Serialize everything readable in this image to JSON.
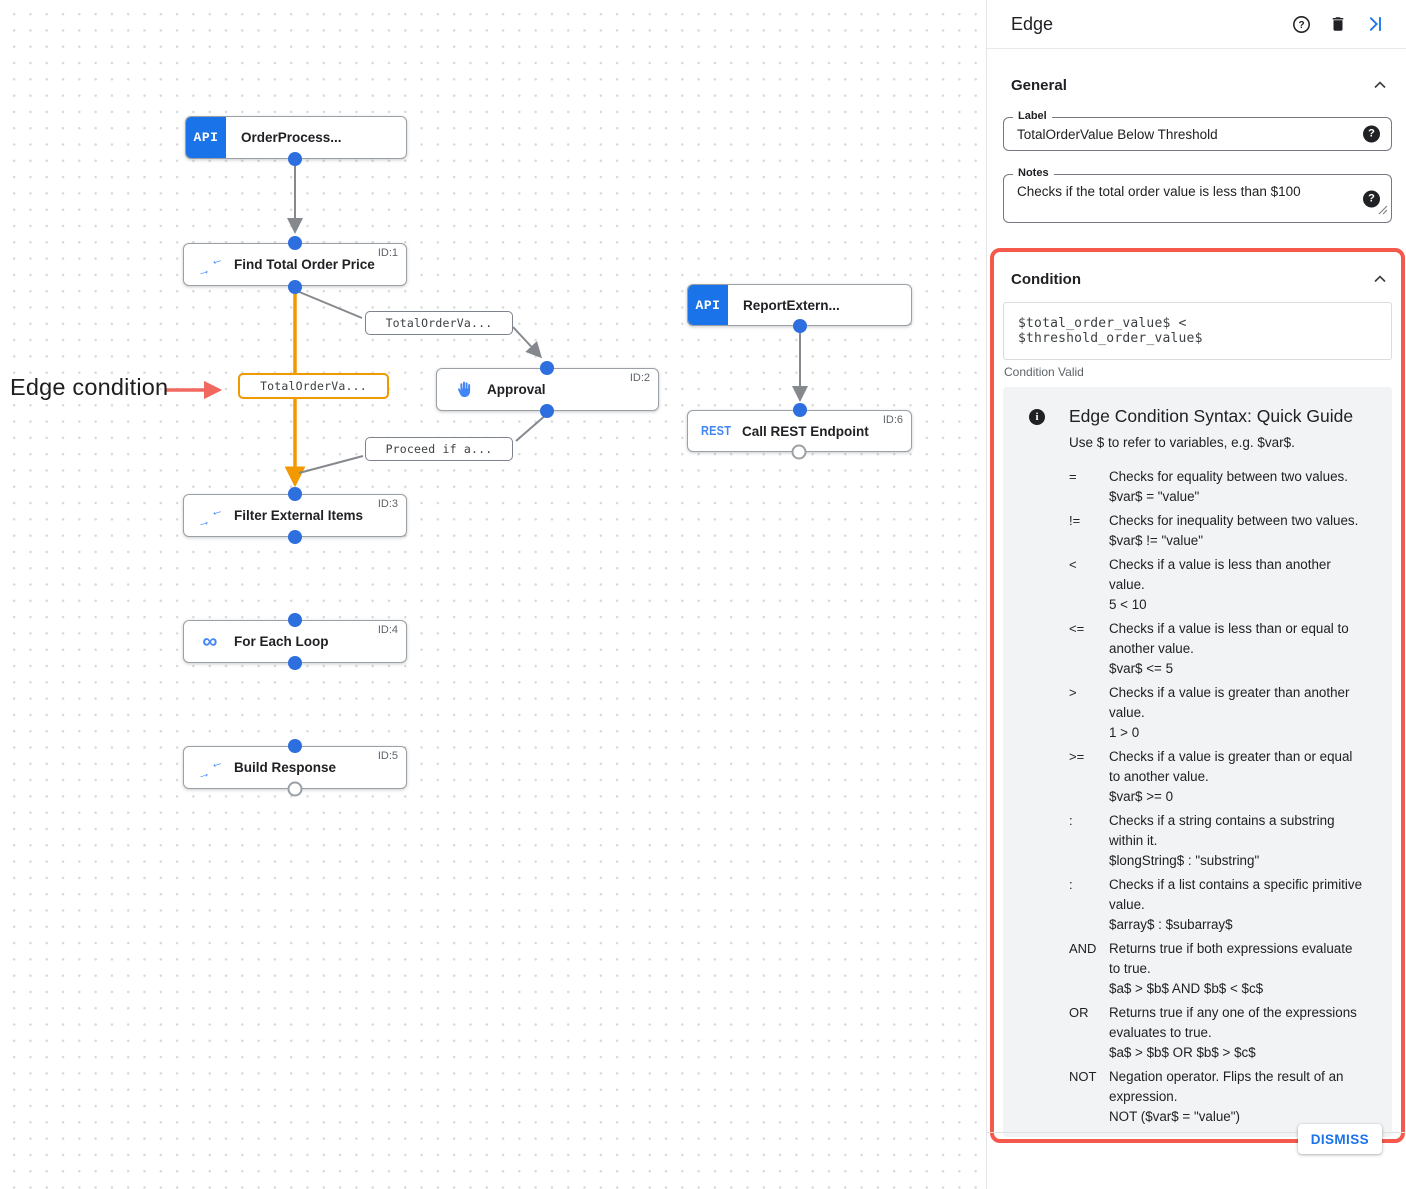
{
  "canvas": {
    "annotation": "Edge condition",
    "nodes": [
      {
        "label": "OrderProcess...",
        "badge": "API",
        "id": ""
      },
      {
        "label": "Find Total Order Price",
        "id": "ID:1"
      },
      {
        "label": "Approval",
        "id": "ID:2"
      },
      {
        "label": "ReportExtern...",
        "badge": "API",
        "id": ""
      },
      {
        "label": "Call REST Endpoint",
        "badge": "REST",
        "id": "ID:6"
      },
      {
        "label": "Filter External Items",
        "id": "ID:3"
      },
      {
        "label": "For Each Loop",
        "id": "ID:4"
      },
      {
        "label": "Build Response",
        "id": "ID:5"
      }
    ],
    "edge_labels": [
      {
        "text": "TotalOrderVa...",
        "highlighted": false
      },
      {
        "text": "TotalOrderVa...",
        "highlighted": true
      },
      {
        "text": "Proceed if a...",
        "highlighted": false
      }
    ]
  },
  "panel": {
    "title": "Edge",
    "icons": {
      "help_badge": "?",
      "info": "i"
    },
    "sections": {
      "general": "General",
      "condition": "Condition"
    },
    "label_field": {
      "label": "Label",
      "value": "TotalOrderValue Below Threshold"
    },
    "notes_field": {
      "label": "Notes",
      "value": "Checks if the total order value is less than $100"
    },
    "condition": {
      "expression": "$total_order_value$ < $threshold_order_value$",
      "status": "Condition Valid",
      "guide": {
        "title": "Edge Condition Syntax: Quick Guide",
        "intro": "Use $ to refer to variables, e.g. $var$.",
        "entries": [
          {
            "op": "=",
            "desc": "Checks for equality between two values.",
            "example": "$var$ = \"value\""
          },
          {
            "op": "!=",
            "desc": "Checks for inequality between two values.",
            "example": "$var$ != \"value\""
          },
          {
            "op": "<",
            "desc": "Checks if a value is less than another value.",
            "example": "5 < 10"
          },
          {
            "op": "<=",
            "desc": "Checks if a value is less than or equal to another value.",
            "example": "$var$ <= 5"
          },
          {
            "op": ">",
            "desc": "Checks if a value is greater than another value.",
            "example": "1 > 0"
          },
          {
            "op": ">=",
            "desc": "Checks if a value is greater than or equal to another value.",
            "example": "$var$ >= 0"
          },
          {
            "op": ":",
            "desc": "Checks if a string contains a substring within it.",
            "example": "$longString$ : \"substring\""
          },
          {
            "op": ":",
            "desc": "Checks if a list contains a specific primitive value.",
            "example": "$array$ : $subarray$"
          },
          {
            "op": "AND",
            "desc": "Returns true if both expressions evaluate to true.",
            "example": "$a$ > $b$ AND $b$ < $c$"
          },
          {
            "op": "OR",
            "desc": "Returns true if any one of the expressions evaluates to true.",
            "example": "$a$ > $b$ OR $b$ > $c$"
          },
          {
            "op": "NOT",
            "desc": "Negation operator. Flips the result of an expression.",
            "example": "NOT ($var$ = \"value\")"
          }
        ]
      }
    },
    "dismiss_label": "DISMISS"
  },
  "colors": {
    "accent_blue": "#1A73E8",
    "icon_blue": "#4285F4",
    "edge_orange": "#F29900",
    "highlight_red": "#F4594B",
    "connector_gray": "#85898E"
  }
}
